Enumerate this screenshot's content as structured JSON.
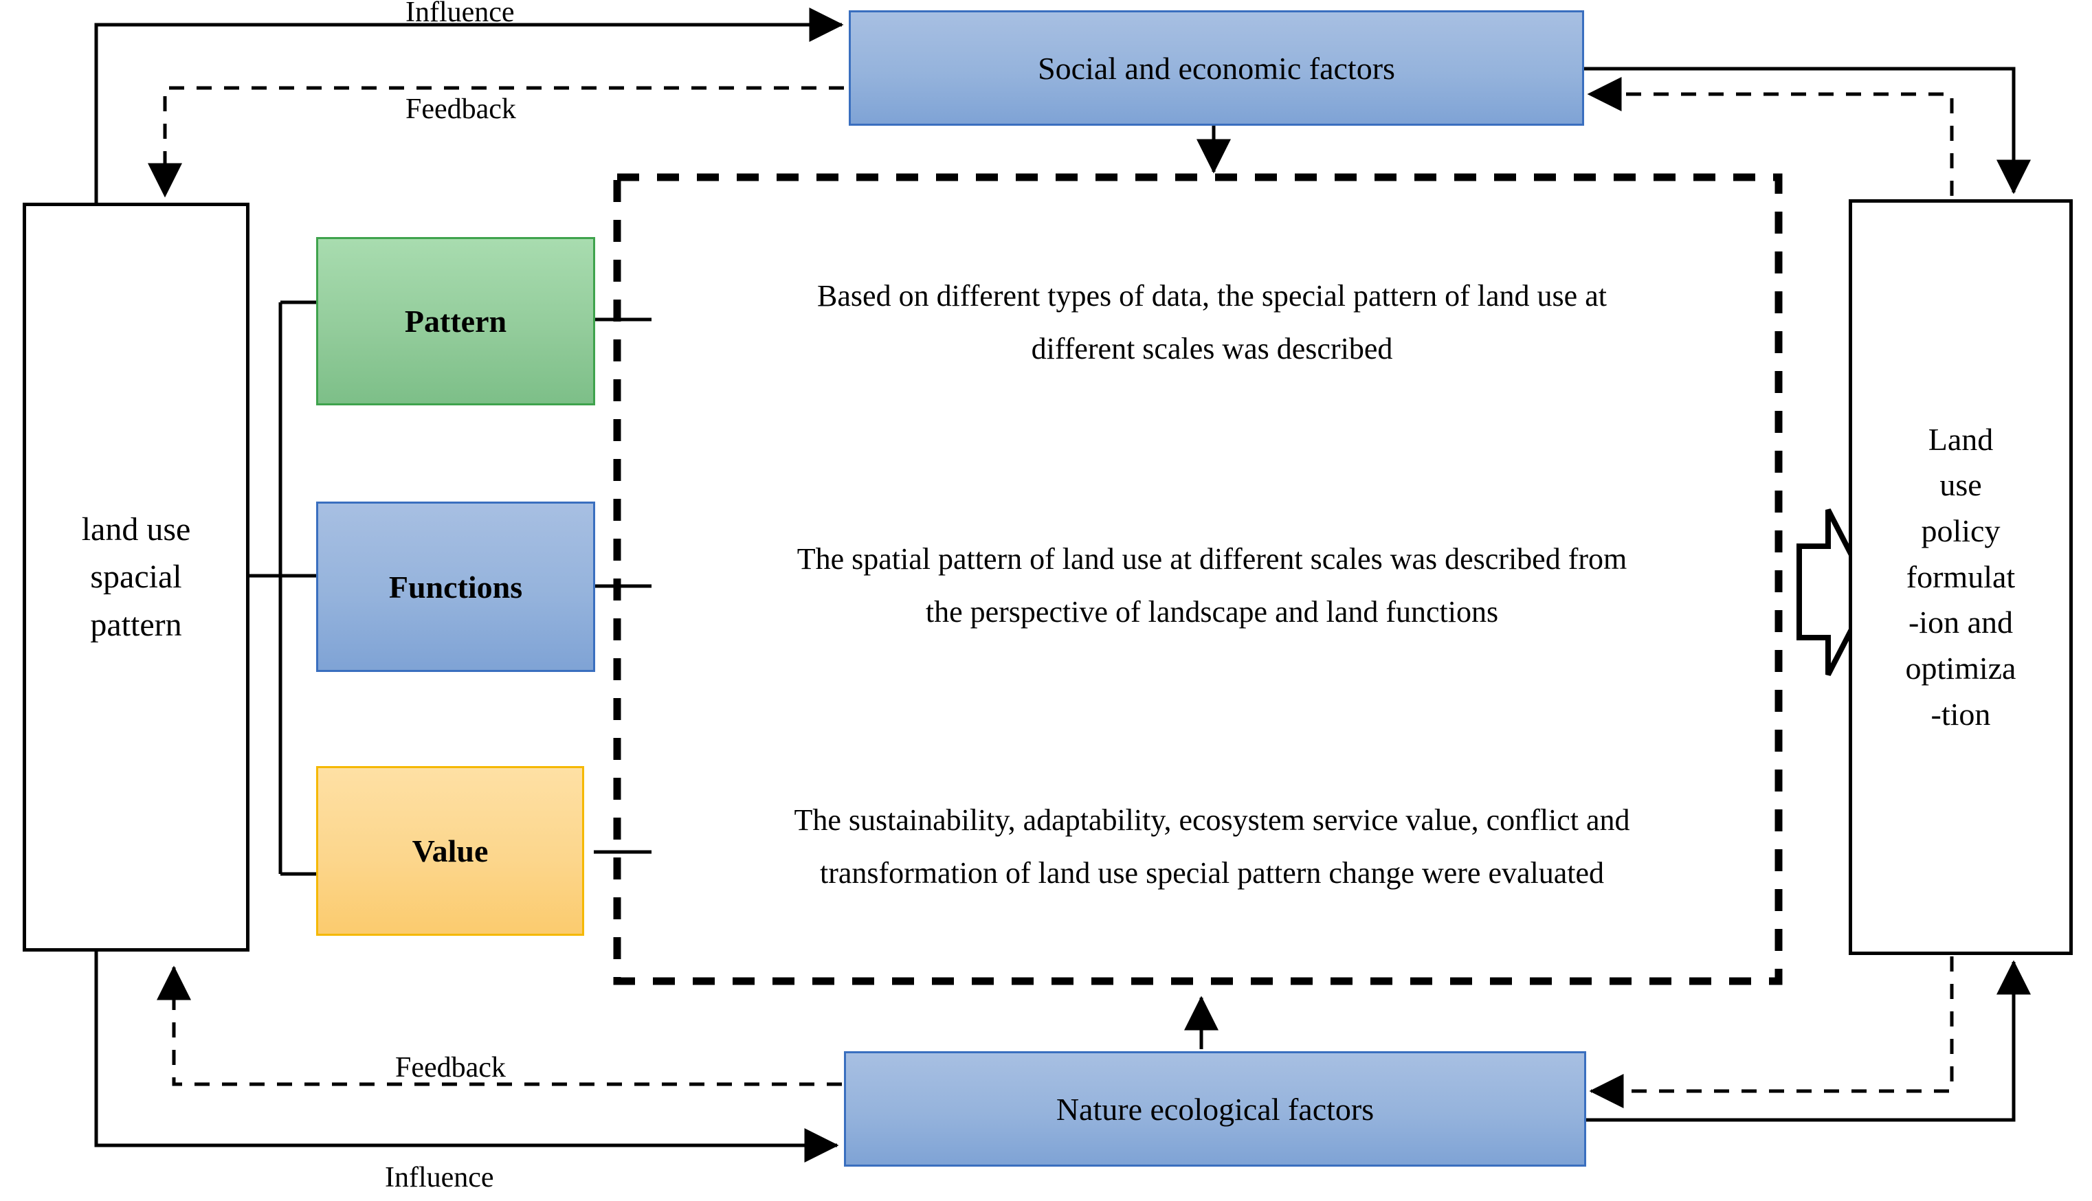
{
  "diagram": {
    "title": "Land use spatial pattern research framework",
    "colors": {
      "green_fill": "#93CC9B",
      "green_stroke": "#3FA34D",
      "blue_fill": "#95B3DC",
      "blue_stroke": "#3A6FBF",
      "yellow_fill": "#FCD68C",
      "yellow_stroke": "#F5B800",
      "line": "#000000",
      "background": "#FFFFFF"
    },
    "nodes": {
      "left_box": {
        "lines": [
          "land use",
          "spacial",
          "pattern"
        ]
      },
      "right_box": {
        "lines": [
          "Land",
          "use",
          "policy",
          "formulat",
          "-ion and",
          "optimiza",
          "-tion"
        ]
      },
      "top_factor_box": {
        "label": "Social and economic factors"
      },
      "bottom_factor_box": {
        "label": "Nature ecological factors"
      },
      "category_boxes": [
        {
          "label": "Pattern",
          "color": "green"
        },
        {
          "label": "Functions",
          "color": "blue"
        },
        {
          "label": "Value",
          "color": "yellow"
        }
      ],
      "content_boxes": [
        {
          "color": "green",
          "lines": [
            "Based on different types of data, the special pattern of land use at",
            "different scales was described"
          ]
        },
        {
          "color": "blue",
          "lines": [
            "The spatial pattern of land use at different scales was described from",
            "the perspective of landscape and land functions"
          ]
        },
        {
          "color": "yellow",
          "lines": [
            "The sustainability, adaptability, ecosystem service value, conflict and",
            "transformation of land use special pattern change were evaluated"
          ]
        }
      ]
    },
    "edge_labels": {
      "top_influence": "Influence",
      "top_feedback": "Feedback",
      "bottom_feedback": "Feedback",
      "bottom_influence": "Influence"
    }
  }
}
